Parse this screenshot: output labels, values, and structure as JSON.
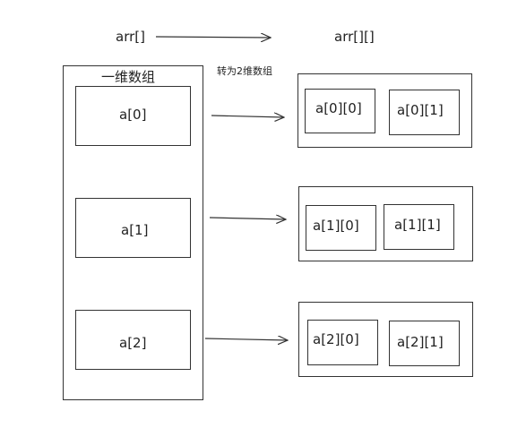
{
  "header": {
    "left_label": "arr[]",
    "right_label": "arr[][]",
    "convert_label": "转为2维数组"
  },
  "left_array": {
    "title": "一维数组",
    "items": [
      "a[0]",
      "a[1]",
      "a[2]"
    ]
  },
  "right_array": {
    "rows": [
      [
        "a[0][0]",
        "a[0][1]"
      ],
      [
        "a[1][0]",
        "a[1][1]"
      ],
      [
        "a[2][0]",
        "a[2][1]"
      ]
    ]
  },
  "colors": {
    "stroke": "#333333",
    "background": "#ffffff"
  }
}
